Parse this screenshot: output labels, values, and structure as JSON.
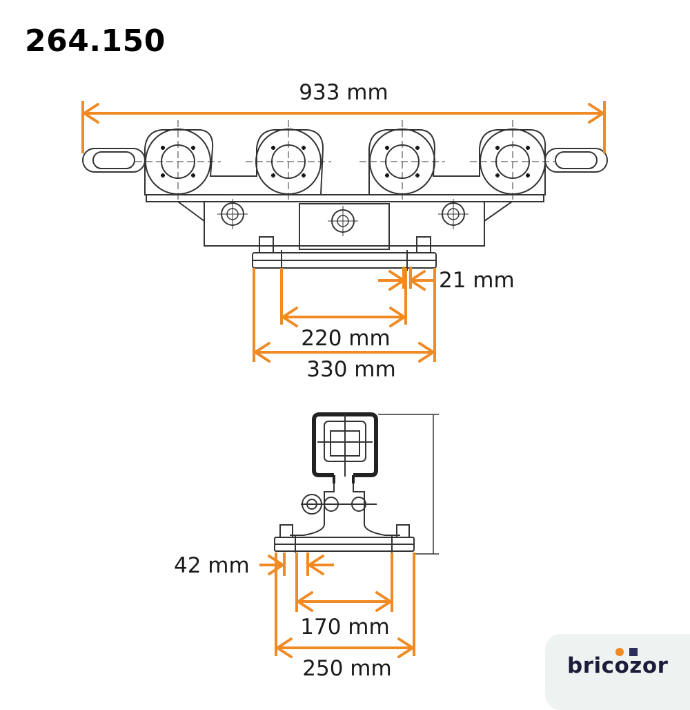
{
  "header": {
    "product_code": "264.150"
  },
  "dimensions": {
    "overall_length": "933 mm",
    "plate_gap": "21 mm",
    "bolt_spacing_top": "220 mm",
    "plate_width_top": "330 mm",
    "edge_offset": "42 mm",
    "bolt_spacing_side": "170 mm",
    "plate_width_side": "250 mm"
  },
  "brand": {
    "name": "bricozor"
  },
  "colors": {
    "accent": "#f08a24",
    "line": "#333333",
    "brand_dark": "#2e2e5c"
  }
}
